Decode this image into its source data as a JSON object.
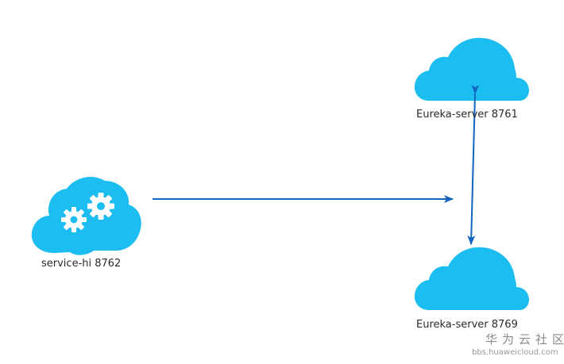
{
  "diagram": {
    "nodes": [
      {
        "id": "service-hi",
        "label": "service-hi 8762",
        "icon": "cloud-gears-icon"
      },
      {
        "id": "eureka-8761",
        "label": "Eureka-server 8761",
        "icon": "cloud-icon"
      },
      {
        "id": "eureka-8769",
        "label": "Eureka-server 8769",
        "icon": "cloud-icon"
      }
    ],
    "edges": [
      {
        "from": "service-hi",
        "to": "eureka-cluster",
        "direction": "one-way"
      },
      {
        "from": "eureka-8761",
        "to": "eureka-8769",
        "direction": "two-way"
      }
    ],
    "colors": {
      "cloud": "#1CBDF0",
      "arrow": "#1565C0",
      "gear": "#ffffff",
      "label": "#2b2b2b",
      "watermark": "#8a8a8a"
    }
  },
  "watermark": {
    "brand": "华为云社区",
    "url": "bbs.huaweicloud.com"
  }
}
